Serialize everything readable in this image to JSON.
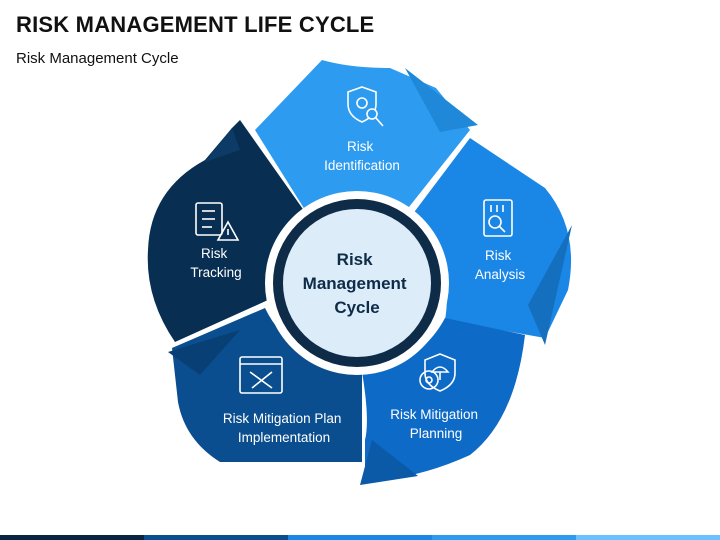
{
  "title": "RISK MANAGEMENT LIFE CYCLE",
  "subtitle": "Risk Management Cycle",
  "center": {
    "lines": [
      "Risk",
      "Management",
      "Cycle"
    ],
    "color": "#0e2b48"
  },
  "segments": [
    {
      "lines": [
        "Risk",
        "Identification"
      ],
      "icon": "shield-magnifier-icon",
      "color": "#2c9bf0"
    },
    {
      "lines": [
        "Risk",
        "Analysis"
      ],
      "icon": "report-analysis-icon",
      "color": "#1a86e6"
    },
    {
      "lines": [
        "Risk Mitigation",
        "Planning"
      ],
      "icon": "shield-umbrella-gear-icon",
      "color": "#0d6ac6"
    },
    {
      "lines": [
        "Risk Mitigation Plan",
        "Implementation"
      ],
      "icon": "tools-window-icon",
      "color": "#0a4e8f"
    },
    {
      "lines": [
        "Risk",
        "Tracking"
      ],
      "icon": "checklist-warning-icon",
      "color": "#082f52"
    }
  ],
  "bottom_bar_colors": [
    "#0a2540",
    "#0a4e8f",
    "#1a86e6",
    "#2c9bf0",
    "#6cc0ff"
  ]
}
